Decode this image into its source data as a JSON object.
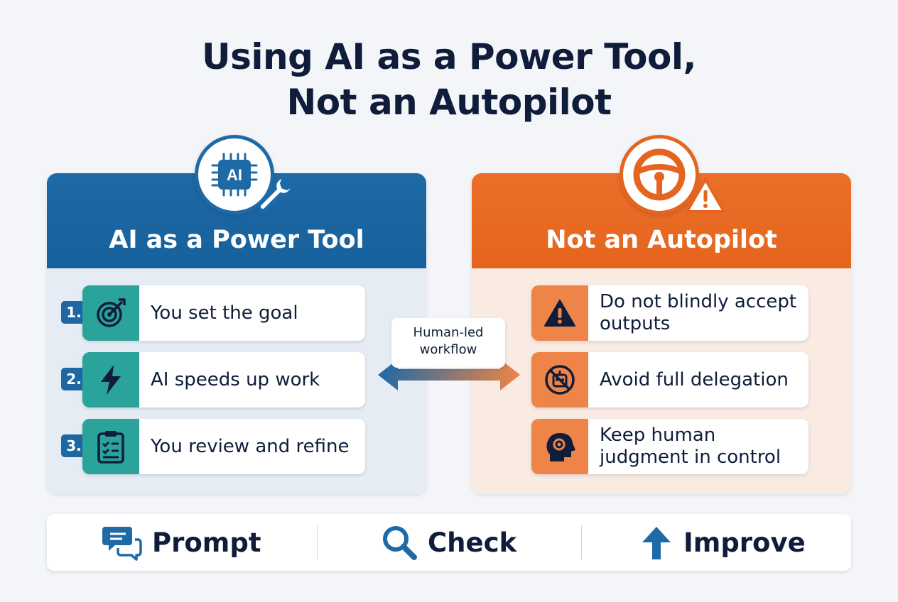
{
  "title": {
    "line1": "Using AI as a Power Tool,",
    "line2": "Not an Autopilot"
  },
  "left_panel": {
    "title": "AI as a Power Tool",
    "badge_text": "AI",
    "badge_icon": "ai-chip-wrench-icon",
    "items": [
      {
        "number": "1.",
        "icon": "target-icon",
        "text": "You set the goal"
      },
      {
        "number": "2.",
        "icon": "lightning-icon",
        "text": "AI speeds up work"
      },
      {
        "number": "3.",
        "icon": "checklist-icon",
        "text": "You review and refine"
      }
    ]
  },
  "right_panel": {
    "title": "Not an Autopilot",
    "badge_icon": "steering-wheel-warning-icon",
    "items": [
      {
        "icon": "warning-icon",
        "text": "Do not blindly accept outputs"
      },
      {
        "icon": "no-robot-icon",
        "text": "Avoid full delegation"
      },
      {
        "icon": "head-gear-icon",
        "text": "Keep human judgment in control"
      }
    ]
  },
  "center": {
    "label_line1": "Human-led",
    "label_line2": "workflow",
    "arrow_icon": "double-arrow-icon"
  },
  "bottom_bar": {
    "items": [
      {
        "icon": "chat-bubbles-icon",
        "label": "Prompt"
      },
      {
        "icon": "magnifier-icon",
        "label": "Check"
      },
      {
        "icon": "arrow-up-icon",
        "label": "Improve"
      }
    ]
  },
  "colors": {
    "navy": "#0f1d3a",
    "blue": "#1e6aa6",
    "teal": "#2aa39a",
    "orange": "#e5651f",
    "orange_light": "#ee8447"
  }
}
